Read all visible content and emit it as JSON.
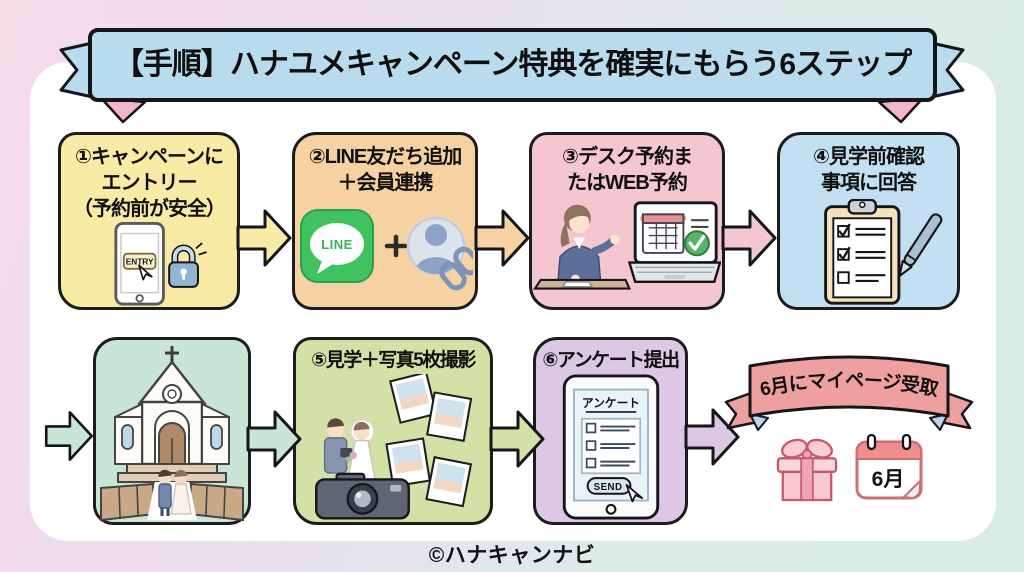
{
  "title": "【手順】ハナユメキャンペーン特典を確実にもらう6ステップ",
  "footer": "©ハナキャンナビ",
  "steps": {
    "step1": {
      "label": "①キャンペーンに\nエントリー\n（予約前が安全）",
      "phone_button": "ENTRY"
    },
    "step2": {
      "label": "②LINE友だち追加\n＋会員連携",
      "line_logo": "LINE"
    },
    "step3": {
      "label": "③デスク予約ま\nたはWEB予約"
    },
    "step4": {
      "label": "④見学前確認\n事項に回答"
    },
    "step5": {
      "label": "⑤見学＋写真5枚撮影"
    },
    "step6": {
      "label": "⑥アンケート提出",
      "survey_title": "アンケート",
      "send_button": "SEND"
    }
  },
  "reward": {
    "ribbon_label": "6月にマイページ受取",
    "calendar_label": "6月"
  },
  "colors": {
    "step1_bg": "#f7eba6",
    "step2_bg": "#f6d2a2",
    "step3_bg": "#f3c6d0",
    "step4_bg": "#c3dff2",
    "church_bg": "#c8e5d5",
    "step5_bg": "#d2e2a7",
    "step6_bg": "#dcc8e5",
    "title_ribbon": "#b9dbee",
    "title_ribbon_fold": "#f2b5c9",
    "reward_ribbon": "#ee9fa0",
    "reward_ribbon_fold": "#b9d6e8",
    "line_green": "#40c35e",
    "check_green": "#58b368",
    "card_bg": "#ffffff"
  }
}
